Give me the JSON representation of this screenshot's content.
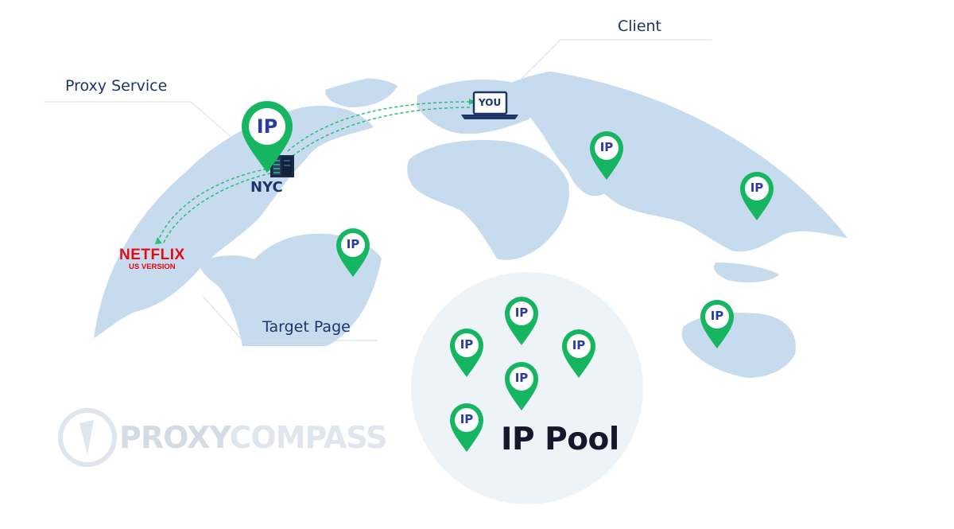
{
  "labels": {
    "client": "Client",
    "proxy_service": "Proxy Service",
    "target_page": "Target Page",
    "ip_pool": "IP Pool"
  },
  "nodes": {
    "proxy_pin_label": "IP",
    "proxy_city": "NYC",
    "client_screen_label": "YOU",
    "target_brand": "NETFLIX",
    "target_version": "US VERSION"
  },
  "map_pins": [
    {
      "id": "south-america",
      "label": "IP"
    },
    {
      "id": "middle-east",
      "label": "IP"
    },
    {
      "id": "east-asia",
      "label": "IP"
    },
    {
      "id": "australia",
      "label": "IP"
    }
  ],
  "pool_pins": [
    {
      "label": "IP"
    },
    {
      "label": "IP"
    },
    {
      "label": "IP"
    },
    {
      "label": "IP"
    },
    {
      "label": "IP"
    }
  ],
  "logo": {
    "text_a": "PROXY",
    "text_b": "COMPASS"
  },
  "colors": {
    "land": "#c7dbee",
    "pin_green": "#15b561",
    "pin_green_dark": "#0d9d55",
    "pin_text": "#2b3b9e",
    "label_text": "#1d3567",
    "pool_circle": "#eef3f8",
    "dashed_route": "#27c07a",
    "netflix_red": "#e50914",
    "logo_gray": "#dfe6ef"
  },
  "icons": [
    "ip-pin-icon",
    "server-icon",
    "laptop-icon",
    "compass-logo-icon"
  ]
}
